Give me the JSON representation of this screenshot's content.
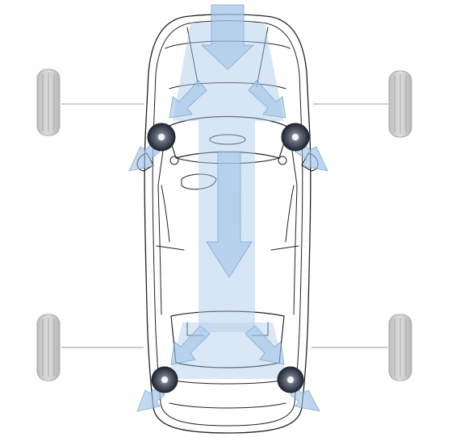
{
  "diagram": {
    "colors": {
      "airflow": "#8fb8e0",
      "airflow_edge": "#6a9bd0",
      "car_outline": "#222222",
      "tire": "#c8c8c8",
      "tire_tread": "#a9a9a9",
      "leader_line": "#9a9a9a",
      "speaker_dark": "#2a2f3a"
    },
    "wheels": [
      {
        "label": "",
        "position": "front-left"
      },
      {
        "label": "",
        "position": "front-right"
      },
      {
        "label": "",
        "position": "rear-left"
      },
      {
        "label": "",
        "position": "rear-right"
      }
    ],
    "speakers": [
      {
        "position": "front-left"
      },
      {
        "position": "front-right"
      },
      {
        "position": "rear-left"
      },
      {
        "position": "rear-right"
      }
    ],
    "airflow_arrows": [
      {
        "name": "roof-down"
      },
      {
        "name": "center-down"
      },
      {
        "name": "front-left-out"
      },
      {
        "name": "front-right-out"
      },
      {
        "name": "rear-left-out"
      },
      {
        "name": "rear-right-out"
      }
    ]
  }
}
